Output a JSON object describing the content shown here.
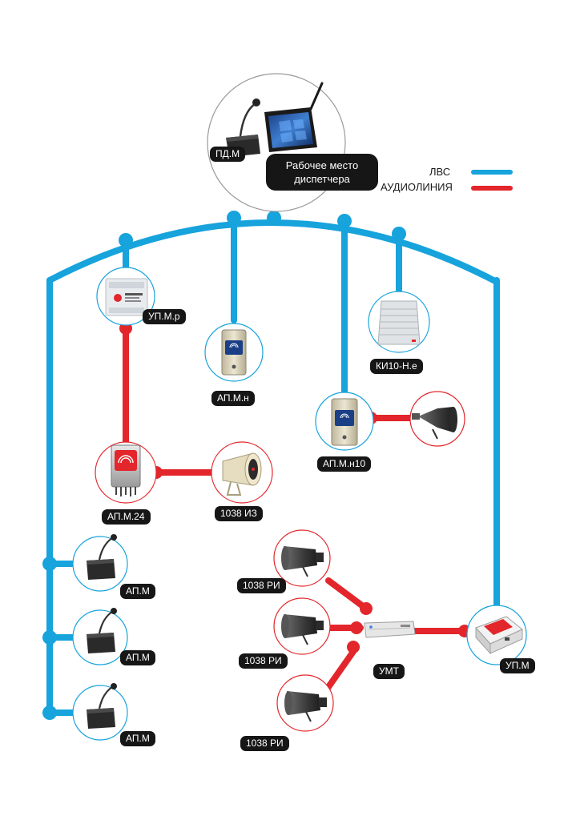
{
  "colors": {
    "lan": "#17a3dc",
    "audio": "#e3262b",
    "badge_bg": "#161616",
    "ring_red": "#e3262b",
    "ring_blue": "#17a3dc"
  },
  "legend": {
    "lan_label": "ЛВС",
    "audio_label": "АУДИОЛИНИЯ"
  },
  "workstation": {
    "line1": "Рабочее место",
    "line2": "диспетчера"
  },
  "labels": {
    "pd_m": "ПД.М",
    "up_m_r": "УП.М.р",
    "ap_m_n": "АП.М.н",
    "ki10": "КИ10-Н.е",
    "ap_m_n10": "АП.М.н10",
    "ap_m_24": "АП.М.24",
    "i1038_iz": "1038 ИЗ",
    "ap_m_1": "АП.М",
    "ap_m_2": "АП.М",
    "ap_m_3": "АП.М",
    "ri_1": "1038 РИ",
    "ri_2": "1038 РИ",
    "ri_3": "1038 РИ",
    "umt": "УМТ",
    "up_m": "УП.М"
  }
}
